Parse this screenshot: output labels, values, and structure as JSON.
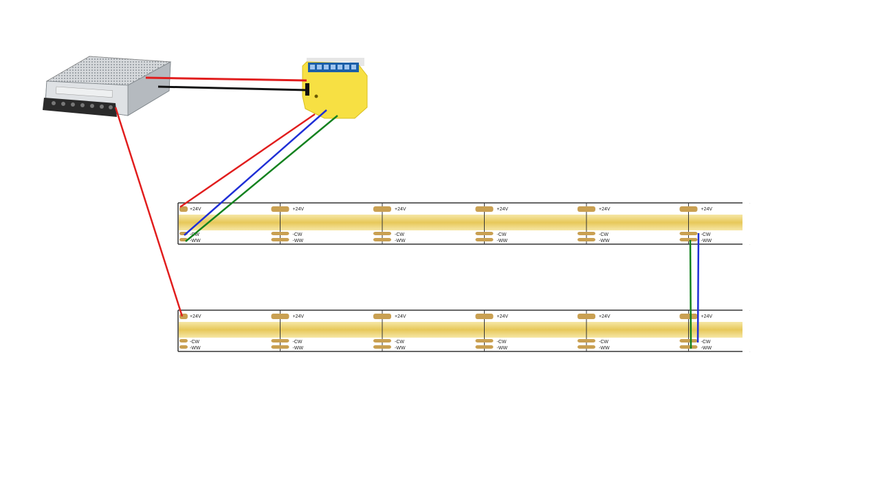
{
  "strips": [
    {
      "id": "strip-top",
      "segments": 6,
      "labels": {
        "plus": "+24V",
        "cw": "-CW",
        "ww": "-WW"
      }
    },
    {
      "id": "strip-bottom",
      "segments": 6,
      "labels": {
        "plus": "+24V",
        "cw": "-CW",
        "ww": "-WW"
      }
    }
  ],
  "colors": {
    "positive_wire": "#e11d1d",
    "negative_wire": "#111111",
    "cw_wire": "#1f2fd6",
    "ww_wire": "#13821f",
    "strip_glow": "#eed26a",
    "strip_pad": "#c9a052",
    "controller": "#f7e043",
    "psu_body": "#cfd3d6"
  },
  "devices": {
    "power_supply": {
      "icon": "psu-icon"
    },
    "controller": {
      "icon": "led-controller-icon"
    }
  }
}
